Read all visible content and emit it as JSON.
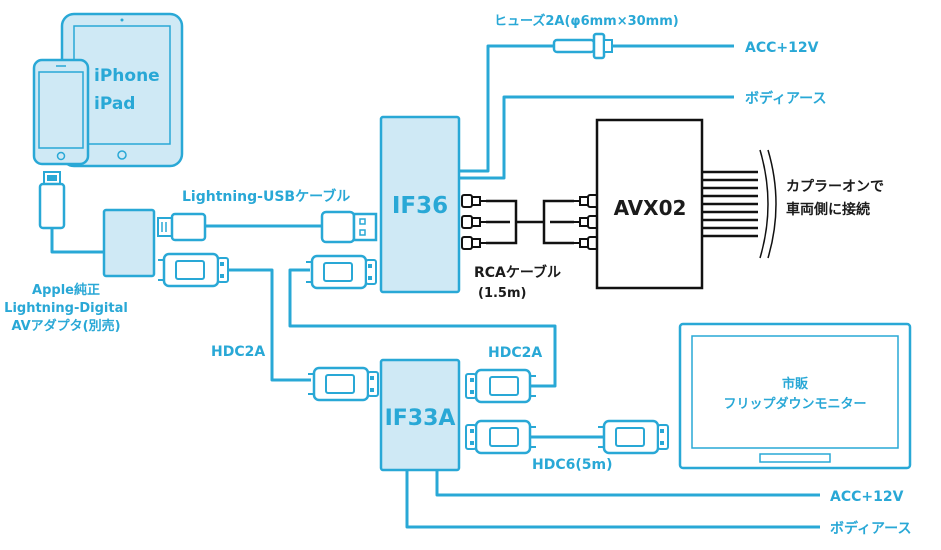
{
  "colors": {
    "accent": "#29a8d6",
    "device_fill": "#cfe9f5",
    "dark": "#111111"
  },
  "devices": {
    "iphone_label": "iPhone",
    "ipad_label": "iPad"
  },
  "adapter_label_1": "Apple純正",
  "adapter_label_2": "Lightning-Digital",
  "adapter_label_3": "AVアダプタ(別売)",
  "lightning_usb_cable": "Lightning-USBケーブル",
  "hdc2a_left": "HDC2A",
  "hdc2a_right": "HDC2A",
  "if36": "IF36",
  "if33a": "IF33A",
  "fuse": "ヒューズ2A(φ6mm×30mm)",
  "acc_top": "ACC+12V",
  "ground_top": "ボディアース",
  "avx02": "AVX02",
  "coupler_1": "カプラーオンで",
  "coupler_2": "車両側に接続",
  "rca_cable": "RCAケーブル",
  "rca_length": "(1.5m)",
  "monitor_1": "市販",
  "monitor_2": "フリップダウンモニター",
  "hdc6": "HDC6(5m)",
  "acc_bottom": "ACC+12V",
  "ground_bottom": "ボディアース"
}
